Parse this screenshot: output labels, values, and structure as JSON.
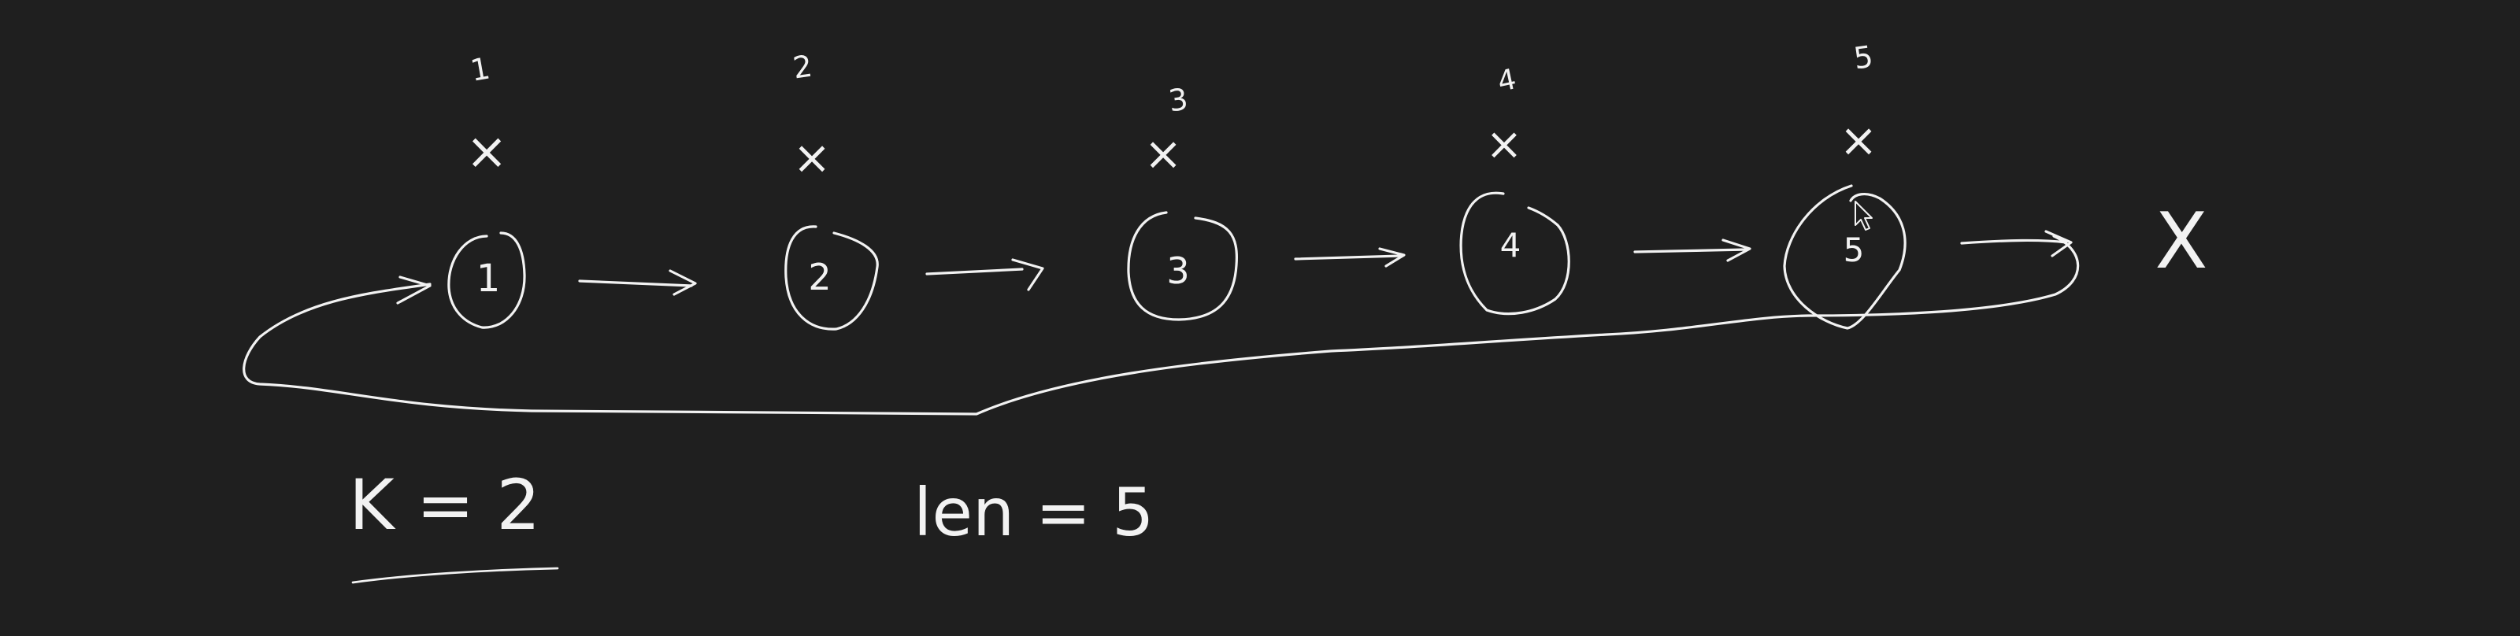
{
  "whiteboard": {
    "background": "#1f1f1f",
    "ink": "#f2f2f2",
    "top_labels": [
      "1",
      "2",
      "3",
      "4",
      "5"
    ],
    "cross_mark": "×",
    "nodes": [
      "1",
      "2",
      "3",
      "4",
      "5"
    ],
    "end_mark": "X",
    "k_text": "K = 2",
    "len_text": "len = 5"
  }
}
